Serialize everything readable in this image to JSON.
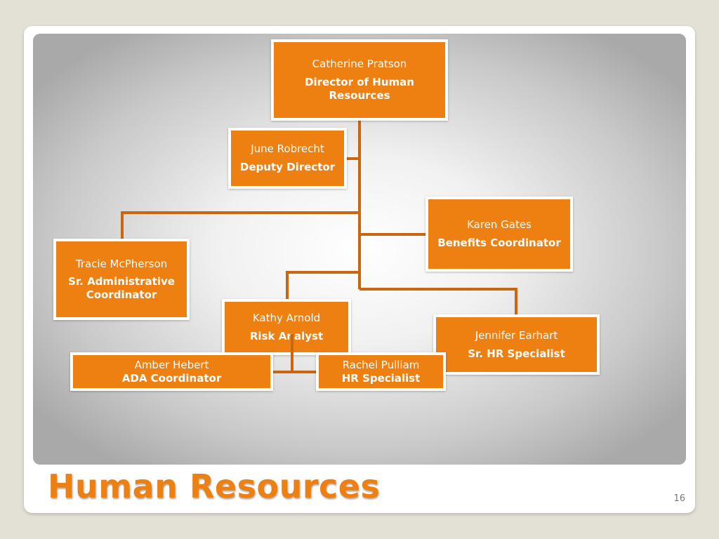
{
  "slide": {
    "title": "Human Resources",
    "page_number": "16"
  },
  "org_chart": {
    "director": {
      "name": "Catherine Pratson",
      "role": "Director of Human\nResources"
    },
    "deputy": {
      "name": "June Robrecht",
      "role": "Deputy Director"
    },
    "benefits": {
      "name": "Karen Gates",
      "role": "Benefits Coordinator"
    },
    "admin": {
      "name": "Tracie McPherson",
      "role": "Sr. Administrative\nCoordinator"
    },
    "risk": {
      "name": "Kathy Arnold",
      "role": "Risk Analyst"
    },
    "sr_hr": {
      "name": "Jennifer Earhart",
      "role": "Sr. HR Specialist"
    },
    "ada": {
      "name": "Amber Hebert",
      "role": "ADA Coordinator"
    },
    "hr": {
      "name": "Rachel Pulliam",
      "role": "HR Specialist"
    }
  },
  "colors": {
    "box_fill": "#ee7f11",
    "connector": "#c8670d",
    "title": "#ee7f11"
  }
}
